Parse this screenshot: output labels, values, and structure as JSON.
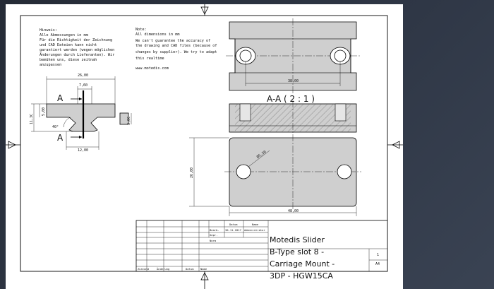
{
  "notes_de": {
    "heading": "Hinweis:",
    "lines": [
      "Alle Abmessungen in mm",
      "Für die Richtigkeit der Zeichnung",
      "und CAD Dateien kann nicht",
      "garantiert werden (wegen möglichen",
      "Änderungen durch Lieferanten). Wir",
      "bemühen uns, diese zeitnah",
      "anzupassen"
    ]
  },
  "notes_en": {
    "heading": "Note:",
    "lines": [
      "All dimensions in mm",
      "We can't guarantee the accuracy of",
      "the drawing and CAD files (because of",
      "changes by supplier). We try to adapt",
      "this realtime"
    ],
    "url": "www.motedis.com"
  },
  "dimensions": {
    "profile_width": "26,00",
    "neck_width": "7,60",
    "flange_height": "5,00",
    "overall_height": "11,3C",
    "thread_depth": "3,0C",
    "bottom_width": "12,00",
    "angle": "40°",
    "top_hole_spacing": "38,00",
    "hole_diameter": "Ø5,50",
    "plate_height": "26,00",
    "plate_width": "48,00"
  },
  "section_markers": {
    "a_top": "A",
    "a_bottom": "A"
  },
  "section_label": "A-A ( 2 : 1 )",
  "title_block": {
    "col_datum": "Datum",
    "col_name": "Name",
    "row_bearb": "Bearb.",
    "row_gepr": "Gepr.",
    "row_norm": "Norm",
    "date": "30.11.2017",
    "author": "Administrator",
    "title_lines": [
      "Motedis Slider",
      "B-Type slot 8 -",
      "Carriage Mount -",
      "3DP - HGW15CA"
    ],
    "sheet_number": "1",
    "sheet_format": "A4",
    "footer": [
      "Zustand",
      "Änderung",
      "Datum",
      "Name"
    ]
  }
}
